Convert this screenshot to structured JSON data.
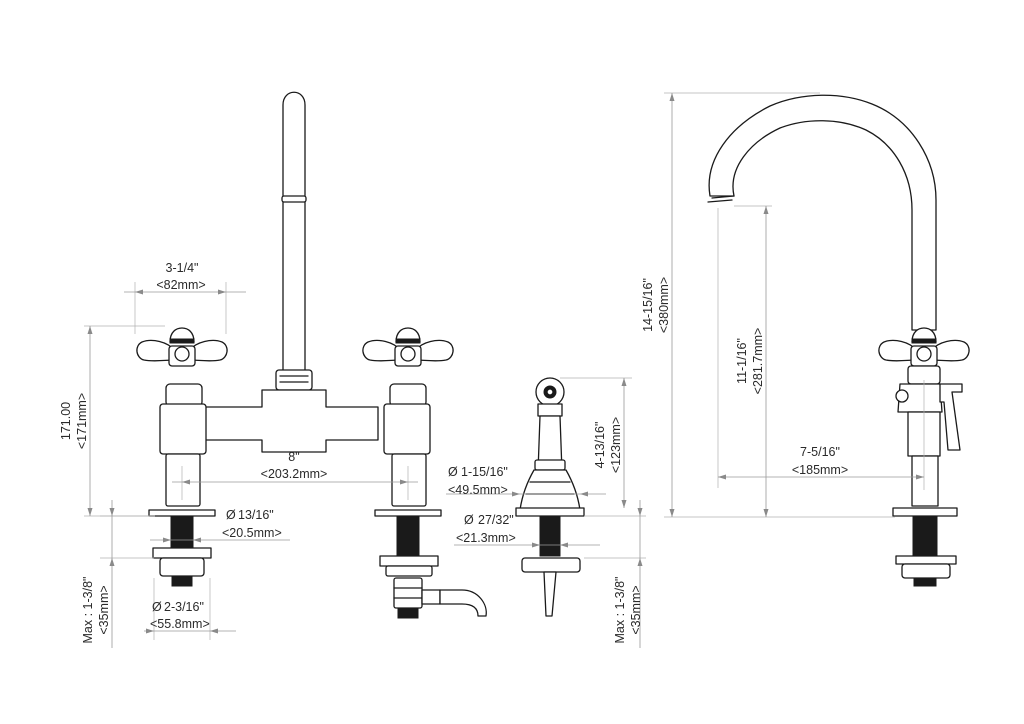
{
  "labels": {
    "d_3_1_4_in": "3-1/4\"",
    "d_82mm": "<82mm>",
    "d_171_00": "171.00",
    "d_171mm": "<171mm>",
    "d_8_in": "8\"",
    "d_203mm": "<203.2mm>",
    "d_13_16": "13/16\"",
    "d_20_5mm": "<20.5mm>",
    "d_2_3_16": "2-3/16\"",
    "d_55_8mm": "<55.8mm>",
    "d_max_1_3_8_left": "Max : 1-3/8\"",
    "d_35mm_left": "<35mm>",
    "d_1_15_16": "1-15/16\"",
    "d_49_5mm": "<49.5mm>",
    "d_27_32": "27/32\"",
    "d_21_3mm": "<21.3mm>",
    "d_4_13_16": "4-13/16\"",
    "d_123mm": "<123mm>",
    "d_max_1_3_8_right": "Max : 1-3/8\"",
    "d_35mm_right": "<35mm>",
    "d_14_15_16": "14-15/16\"",
    "d_380mm": "<380mm>",
    "d_11_1_16": "11-1/16\"",
    "d_281_7mm": "<281.7mm>",
    "d_7_5_16": "7-5/16\"",
    "d_185mm": "<185mm>"
  },
  "diameter_symbol": "Ø",
  "colors": {
    "line": "#1a1a1a",
    "dimension": "#9a9a9a",
    "background": "#ffffff"
  },
  "icons": [
    "cross-handle-icon",
    "diameter-icon",
    "spray-head-icon"
  ]
}
